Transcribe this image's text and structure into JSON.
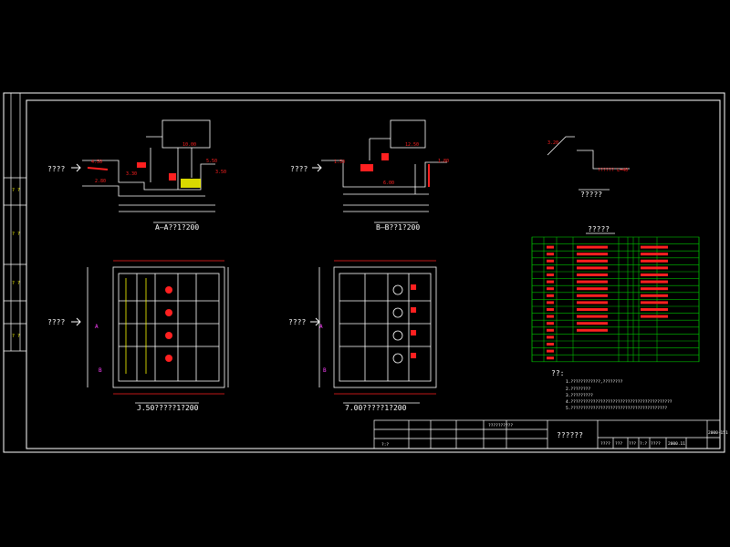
{
  "drawing": {
    "views": {
      "section_a_title": "A—A??1?200",
      "section_b_title": "B—B??1?200",
      "plan_left_title": "J.50?????1?200",
      "plan_right_title": "7.00?????1?200",
      "detail_title": "?????",
      "table_title": "?????",
      "flow_in_label": "????",
      "marker_a": "A",
      "marker_b": "B"
    },
    "notes": {
      "heading": "??:",
      "lines": [
        "1.????????????,????????",
        "2.????????",
        "3.?????????",
        "4.?????????????????????????????????????????",
        "5.???????????????????????????????????????"
      ]
    },
    "title_block": {
      "drawing_title": "??????",
      "project_name": "??????????",
      "scale_text": "?:?",
      "drawing_number": "2000-151",
      "date_text": "2000.11",
      "cells": [
        "????",
        "???",
        "???",
        "?:?",
        "????"
      ]
    },
    "left_strip_labels": [
      "?\n?",
      "?\n?",
      "?\n?",
      "?\n?"
    ],
    "annotations": {
      "elev_1": "4.50",
      "elev_2": "3.30",
      "elev_3": "2.80",
      "elev_4": "1.50",
      "elev_5": "10.00",
      "elev_6": "5.50",
      "elev_7": "12.50",
      "elev_8": "3.50",
      "elev_9": "1.80",
      "elev_10": "6.00",
      "detail_elev": "3.20",
      "detail_note": "?????? L=40"
    },
    "colors": {
      "background": "#000000",
      "frame": "#ffffff",
      "linework": "#ffffff",
      "dimension": "#ff2020",
      "highlight": "#ffff00",
      "table": "#00c000",
      "magenta": "#ff40ff"
    }
  }
}
